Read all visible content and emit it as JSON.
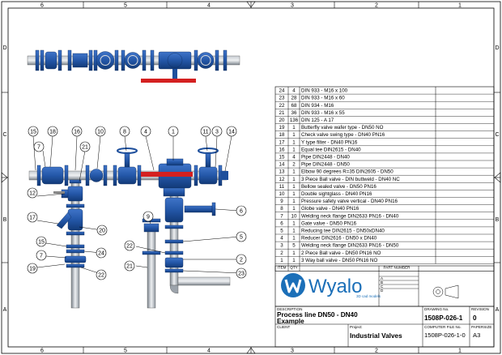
{
  "zones": {
    "cols": [
      "6",
      "5",
      "4",
      "3",
      "2",
      "1"
    ],
    "rows": [
      "D",
      "C",
      "B",
      "A"
    ]
  },
  "bom": {
    "rows": [
      {
        "item": "24",
        "qty": "4",
        "part": "DIN 933 - M16 x 100"
      },
      {
        "item": "23",
        "qty": "28",
        "part": "DIN 933 - M16 x 60"
      },
      {
        "item": "22",
        "qty": "68",
        "part": "DIN 934 - M16"
      },
      {
        "item": "21",
        "qty": "36",
        "part": "DIN 933 - M16 x 55"
      },
      {
        "item": "20",
        "qty": "136",
        "part": "DIN 125 - A 17"
      },
      {
        "item": "19",
        "qty": "1",
        "part": "Butterfly valve wafer type - DN50 NO"
      },
      {
        "item": "18",
        "qty": "1",
        "part": "Check valve swing type - DN40 PN16"
      },
      {
        "item": "17",
        "qty": "1",
        "part": "Y type filter - DN40 PN16"
      },
      {
        "item": "16",
        "qty": "1",
        "part": "Equal tee DIN2615 - DN40"
      },
      {
        "item": "15",
        "qty": "4",
        "part": "Pipe DIN2448 - DN40"
      },
      {
        "item": "14",
        "qty": "2",
        "part": "Pipe DIN2448 - DN50"
      },
      {
        "item": "13",
        "qty": "1",
        "part": "Elbow 90 degrees R=35 DIN2605 - DN50"
      },
      {
        "item": "12",
        "qty": "1",
        "part": "3 Piece Ball valve - DIN buttweld - DN40 NC"
      },
      {
        "item": "11",
        "qty": "1",
        "part": "Bellow sealed valve - DN50 PN16"
      },
      {
        "item": "10",
        "qty": "1",
        "part": "Double sightglass - DN40 PN16"
      },
      {
        "item": "9",
        "qty": "1",
        "part": "Pressure safety valve vertical - DN40 PN16"
      },
      {
        "item": "8",
        "qty": "1",
        "part": "Globe valve - DN40 PN16"
      },
      {
        "item": "7",
        "qty": "10",
        "part": "Welding neck flange DIN2633 PN16 - DN40"
      },
      {
        "item": "6",
        "qty": "1",
        "part": "Gate valve - DN50 PN16"
      },
      {
        "item": "5",
        "qty": "1",
        "part": "Reducing tee DIN2615 - DN50xDN40"
      },
      {
        "item": "4",
        "qty": "1",
        "part": "Reducer DIN2616 - DN50 x DN40"
      },
      {
        "item": "3",
        "qty": "5",
        "part": "Welding neck flange DIN2633 PN16 - DN50"
      },
      {
        "item": "2",
        "qty": "1",
        "part": "2 Piece Ball valve  - DN50 PN16 NO"
      },
      {
        "item": "1",
        "qty": "1",
        "part": "3 Way ball valve - DN50 PN16 NO"
      }
    ],
    "header": {
      "item": "ITEM",
      "qty": "QTY",
      "part": "PART NUMBER"
    }
  },
  "logo": {
    "name": "Wyalo",
    "tagline": "3D cad models"
  },
  "title_block": {
    "description_label": "DESCRIPTION",
    "description_line1": "Process line DN50 - DN40",
    "description_line2": "Example",
    "client_label": "CLIENT",
    "project_label": "Project:",
    "project_value": "Industrial Valves",
    "drawing_no_label": "DRAWING No.",
    "drawing_no_value": "1508P-026-1",
    "revision_label": "REVISION",
    "revision_value": "0",
    "computer_file_label": "COMPUTER FILE No.",
    "computer_file_value": "1508P-026-1-0",
    "papersize_label": "PAPERSIZE",
    "papersize_value": "A3",
    "field_labels": [
      "A",
      "B",
      "C",
      "D"
    ]
  },
  "balloons": {
    "b15": "15",
    "b18": "18",
    "b16": "16",
    "b10": "10",
    "b8": "8",
    "b4": "4",
    "b1": "1",
    "b11": "11",
    "b3": "3",
    "b14": "14",
    "b7a": "7",
    "b21a": "21",
    "b12": "12",
    "b17": "17",
    "b20": "20",
    "b15b": "15",
    "b7b": "7",
    "b24": "24",
    "b19": "19",
    "b22a": "22",
    "b22b": "22",
    "b9": "9",
    "b6": "6",
    "b5": "5",
    "b22c": "22",
    "b21b": "21",
    "b2": "2",
    "b23": "23"
  },
  "colors": {
    "valve_blue": "#1e4f9c",
    "pipe_grey": "#9ca3ab",
    "handle_red": "#d42020",
    "logo_blue": "#1b6fb8"
  }
}
